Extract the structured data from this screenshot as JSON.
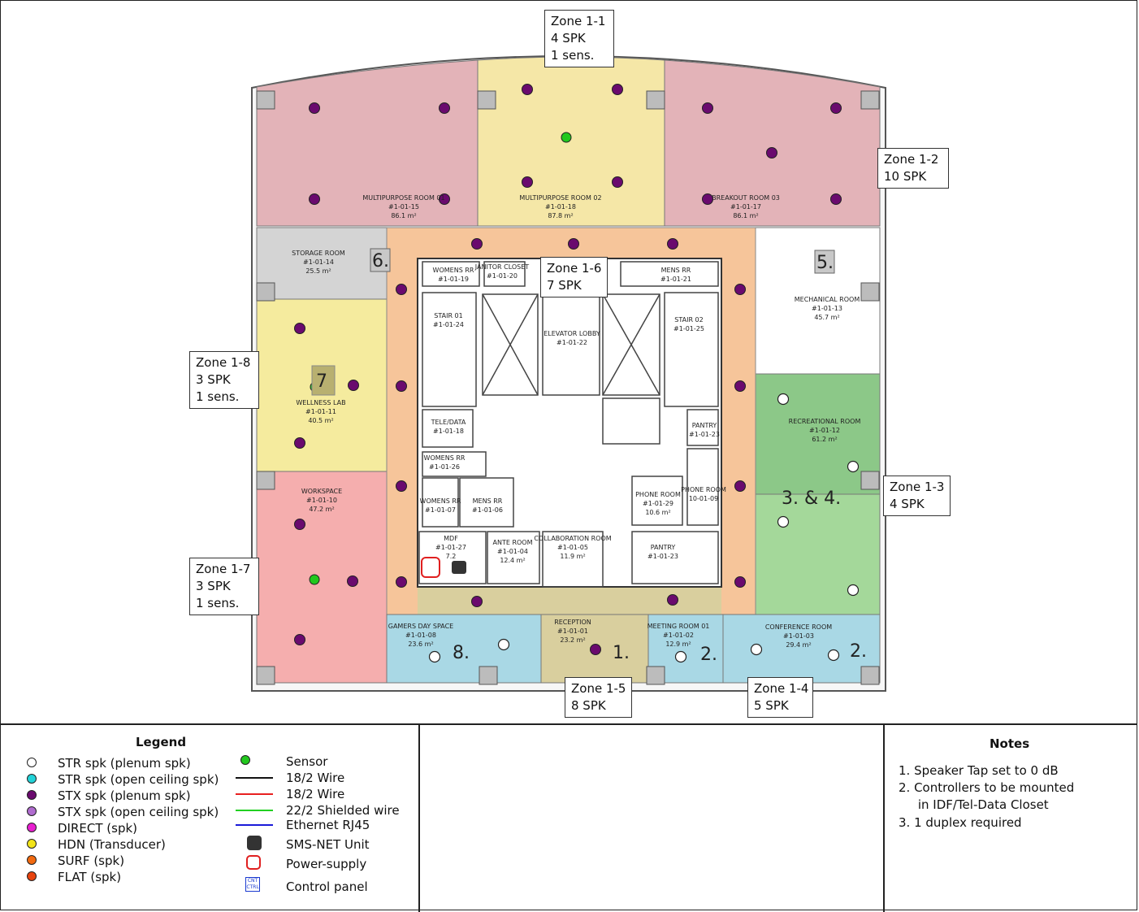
{
  "zones": [
    {
      "id": "z11",
      "lines": [
        "Zone 1-1",
        "4 SPK",
        "1 sens."
      ]
    },
    {
      "id": "z12",
      "lines": [
        "Zone 1-2",
        "10 SPK"
      ]
    },
    {
      "id": "z13",
      "lines": [
        "Zone 1-3",
        "4 SPK"
      ]
    },
    {
      "id": "z14",
      "lines": [
        "Zone 1-4",
        "5 SPK"
      ]
    },
    {
      "id": "z15",
      "lines": [
        "Zone 1-5",
        "8 SPK"
      ]
    },
    {
      "id": "z16",
      "lines": [
        "Zone 1-6",
        "7 SPK"
      ]
    },
    {
      "id": "z17",
      "lines": [
        "Zone 1-7",
        "3 SPK",
        "1 sens."
      ]
    },
    {
      "id": "z18",
      "lines": [
        "Zone 1-8",
        "3 SPK",
        "1 sens."
      ]
    }
  ],
  "rooms": [
    {
      "name": "MULTIPURPOSE ROOM 01",
      "id": "#1-01-15",
      "area": "86.1 m²"
    },
    {
      "name": "MULTIPURPOSE ROOM 02",
      "id": "#1-01-18",
      "area": "87.8 m²"
    },
    {
      "name": "BREAKOUT ROOM 03",
      "id": "#1-01-17",
      "area": "86.1 m²"
    },
    {
      "name": "STORAGE ROOM",
      "id": "#1-01-14",
      "area": "25.5 m²"
    },
    {
      "name": "MECHANICAL ROOM",
      "id": "#1-01-13",
      "area": "45.7 m²"
    },
    {
      "name": "WELLNESS LAB",
      "id": "#1-01-11",
      "area": "40.5 m²"
    },
    {
      "name": "RECREATIONAL ROOM",
      "id": "#1-01-12",
      "area": "61.2 m²"
    },
    {
      "name": "WORKSPACE",
      "id": "#1-01-10",
      "area": "47.2 m²"
    },
    {
      "name": "GAMERS DAY SPACE",
      "id": "#1-01-08",
      "area": "23.6 m²"
    },
    {
      "name": "RECEPTION",
      "id": "#1-01-01",
      "area": "23.2 m²"
    },
    {
      "name": "MEETING ROOM 01",
      "id": "#1-01-02",
      "area": "12.9 m²"
    },
    {
      "name": "CONFERENCE ROOM",
      "id": "#1-01-03",
      "area": "29.4 m²"
    },
    {
      "name": "WOMENS RR",
      "id": "#1-01-19",
      "area": ""
    },
    {
      "name": "JANITOR CLOSET",
      "id": "#1-01-20",
      "area": ""
    },
    {
      "name": "MENS RR",
      "id": "#1-01-21",
      "area": ""
    },
    {
      "name": "ELEVATOR LOBBY",
      "id": "#1-01-22",
      "area": ""
    },
    {
      "name": "STAIR 01",
      "id": "#1-01-24",
      "area": ""
    },
    {
      "name": "STAIR 02",
      "id": "#1-01-25",
      "area": ""
    },
    {
      "name": "TELE/DATA",
      "id": "#1-01-18",
      "area": ""
    },
    {
      "name": "PANTRY",
      "id": "#1-01-23",
      "area": ""
    },
    {
      "name": "WOMENS RR",
      "id": "#1-01-26",
      "area": ""
    },
    {
      "name": "WOMENS RR",
      "id": "#1-01-07",
      "area": ""
    },
    {
      "name": "MENS RR",
      "id": "#1-01-06",
      "area": ""
    },
    {
      "name": "PHONE ROOM",
      "id": "#1-01-29",
      "area": "10.6 m²"
    },
    {
      "name": "PHONE ROOM",
      "id": "10-01-09",
      "area": ""
    },
    {
      "name": "MDF",
      "id": "#1-01-27",
      "area": "7.2"
    },
    {
      "name": "ANTE ROOM",
      "id": "#1-01-04",
      "area": "12.4 m²"
    },
    {
      "name": "COLLABORATION ROOM",
      "id": "#1-01-05",
      "area": "11.9 m²"
    },
    {
      "name": "PANTRY",
      "id": "#1-01-23",
      "area": ""
    }
  ],
  "plan_numbers": [
    "1.",
    "2.",
    "2.",
    "3. & 4.",
    "5.",
    "6.",
    "7",
    "8."
  ],
  "legend": {
    "title": "Legend",
    "speakers": [
      {
        "label": "STR spk (plenum spk)",
        "color": "#ffffff"
      },
      {
        "label": "STR spk (open ceiling spk)",
        "color": "#22d3d8"
      },
      {
        "label": "STX spk (plenum spk)",
        "color": "#6a0a6e"
      },
      {
        "label": "STX spk (open ceiling spk)",
        "color": "#b06ccf"
      },
      {
        "label": "DIRECT (spk)",
        "color": "#e81fd0"
      },
      {
        "label": "HDN (Transducer)",
        "color": "#f2e419"
      },
      {
        "label": "SURF (spk)",
        "color": "#f26a10"
      },
      {
        "label": "FLAT (spk)",
        "color": "#e8430e"
      }
    ],
    "devices": [
      {
        "label": "Sensor",
        "color": "#22c81e"
      },
      {
        "label": "18/2 Wire",
        "color": "#111111"
      },
      {
        "label": "18/2 Wire",
        "color": "#e82020"
      },
      {
        "label": "22/2 Shielded wire",
        "color": "#22d022"
      },
      {
        "label": "Ethernet RJ45",
        "color": "#1a1ad8"
      },
      {
        "label": "SMS-NET Unit",
        "color": "#333333"
      },
      {
        "label": "Power-supply",
        "color": "#e02020"
      },
      {
        "label": "Control panel",
        "color": "#1a3ad0"
      }
    ],
    "control_panel_glyph": "CNT CTRL"
  },
  "notes": {
    "title": "Notes",
    "items": [
      "1.  Speaker Tap set to 0 dB",
      "2.  Controllers to be mounted",
      "     in IDF/Tel-Data Closet",
      "3.  1 duplex required"
    ]
  }
}
